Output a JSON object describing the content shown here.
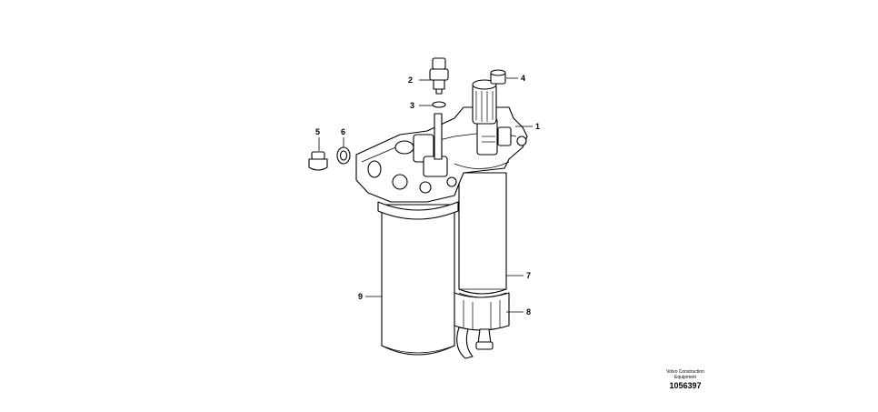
{
  "callouts": [
    "1",
    "2",
    "3",
    "4",
    "5",
    "6",
    "7",
    "8",
    "9"
  ],
  "caption": {
    "company": "Volvo Construction",
    "line2": "Equipment",
    "drawing_number": "1056397"
  }
}
